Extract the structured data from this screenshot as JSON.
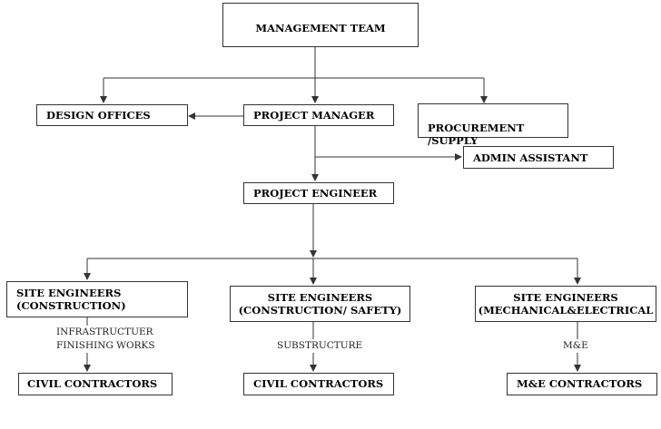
{
  "boxes": {
    "management_team": "MANAGEMENT TEAM",
    "design_offices": "DESIGN OFFICES",
    "project_manager": "PROJECT MANAGER",
    "procurement": "PROCUREMENT\n/SUPPLY",
    "admin_assistant": "ADMIN ASSISTANT",
    "project_engineer": "PROJECT ENGINEER",
    "site_eng_construction_1": "SITE ENGINEERS",
    "site_eng_construction_2": "(CONSTRUCTION)",
    "site_eng_safety_1": "SITE ENGINEERS",
    "site_eng_safety_2": "(CONSTRUCTION/ SAFETY)",
    "site_eng_me_1": "SITE ENGINEERS",
    "site_eng_me_2": "(MECHANICAL&ELECTRICAL",
    "civil_contractors_1": "CIVIL CONTRACTORS",
    "civil_contractors_2": "CIVIL CONTRACTORS",
    "me_contractors": "M&E CONTRACTORS"
  },
  "notes": {
    "infrastructure": "INFRASTRUCTUER",
    "finishing": "FINISHING WORKS",
    "substructure": "SUBSTRUCTURE",
    "me": "M&E"
  }
}
